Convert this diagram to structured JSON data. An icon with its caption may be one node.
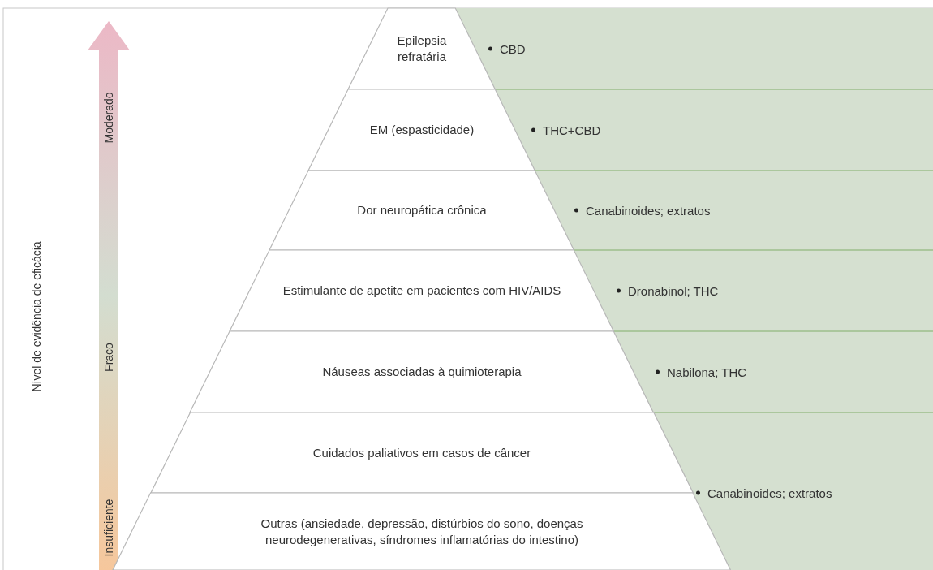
{
  "diagram": {
    "nodes": [
      {
        "text": [
          "Epilepsia refratária"
        ]
      },
      {
        "text": [
          "EM (espasticidade)"
        ]
      },
      {
        "text": [
          "Dor neuropática crônica"
        ]
      },
      {
        "text": [
          "Estimulante de apetite em pacientes com HIV/AIDS"
        ]
      },
      {
        "text": [
          "Náuseas associadas à quimioterapia"
        ]
      },
      {
        "text": [
          "Cuidados paliativos em casos de câncer"
        ]
      },
      {
        "text": [
          "Outras (ansiedade, depressão, distúrbios do sono, doenças neurodegenerativas, síndromes inflamatórias do intestino)"
        ]
      }
    ],
    "edges": [],
    "labels": [
      "Nível de evidência de eficácia",
      "Moderado",
      "Fraco",
      "Insuficiente",
      "CBD",
      "THC+CBD",
      "Canabinoides; extratos",
      "Dronabinol; THC",
      "Nabilona; THC",
      "Canabinoides; extratos"
    ]
  }
}
